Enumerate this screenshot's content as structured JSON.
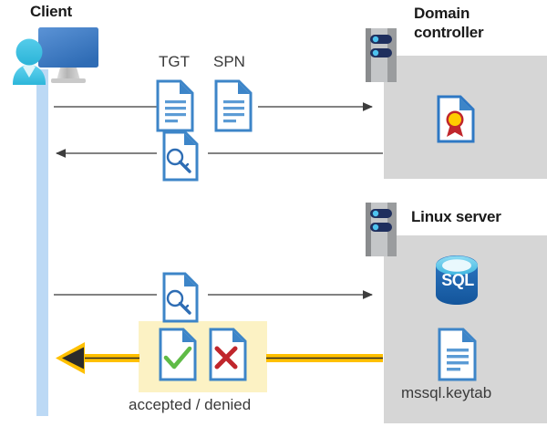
{
  "diagram": {
    "title": "Kerberos authentication flow between Client, Domain controller and Linux server",
    "colors": {
      "panel_gray": "#d6d6d6",
      "lifeline_blue": "#bcd9f5",
      "highlight_yellow": "#fcf2c4",
      "arrow_gray": "#595959",
      "arrow_yellow": "#ffc000",
      "doc_blue": "#3d85c8",
      "sql_blue": "#1f62ad",
      "check_green": "#5fbb46",
      "cross_red": "#c0262c",
      "seal_yellow": "#ffcc00",
      "seal_red": "#c0262c",
      "rack_navy": "#1f2f5e",
      "rack_led": "#4ec3ef"
    },
    "actors": [
      {
        "id": "client",
        "label": "Client",
        "icon": "user-computer-icon"
      },
      {
        "id": "domain-controller",
        "label": "Domain\ncontroller",
        "label_line1": "Domain",
        "label_line2": "controller",
        "icon": "server-rack-icon"
      },
      {
        "id": "linux-server",
        "label": "Linux server",
        "icon": "server-rack-icon"
      }
    ],
    "artifacts": [
      {
        "id": "tgt",
        "label": "TGT",
        "icon": "document-icon"
      },
      {
        "id": "spn",
        "label": "SPN",
        "icon": "document-icon"
      },
      {
        "id": "ticket-1",
        "label": "",
        "icon": "document-key-icon"
      },
      {
        "id": "ticket-2",
        "label": "",
        "icon": "document-key-icon"
      },
      {
        "id": "certificate",
        "label": "",
        "icon": "certificate-document-icon"
      },
      {
        "id": "sql-database",
        "label": "SQL",
        "icon": "sql-database-icon"
      },
      {
        "id": "keytab",
        "label": "mssql.keytab",
        "icon": "document-icon"
      },
      {
        "id": "accepted",
        "label": "",
        "icon": "document-check-icon"
      },
      {
        "id": "denied",
        "label": "",
        "icon": "document-cross-icon"
      }
    ],
    "messages": [
      {
        "id": "msg-1",
        "direction": "right",
        "from": "client",
        "to": "domain-controller",
        "style": "gray"
      },
      {
        "id": "msg-2",
        "direction": "left",
        "from": "domain-controller",
        "to": "client",
        "style": "gray"
      },
      {
        "id": "msg-3",
        "direction": "right",
        "from": "client",
        "to": "linux-server",
        "style": "gray"
      },
      {
        "id": "msg-4",
        "direction": "left",
        "from": "linux-server",
        "to": "client",
        "style": "yellow"
      }
    ],
    "result_caption": "accepted / denied",
    "sql_text": "SQL",
    "keytab_text": "mssql.keytab",
    "tgt_text": "TGT",
    "spn_text": "SPN",
    "client_text": "Client",
    "dc_text_line1": "Domain",
    "dc_text_line2": "controller",
    "linux_text": "Linux server"
  }
}
